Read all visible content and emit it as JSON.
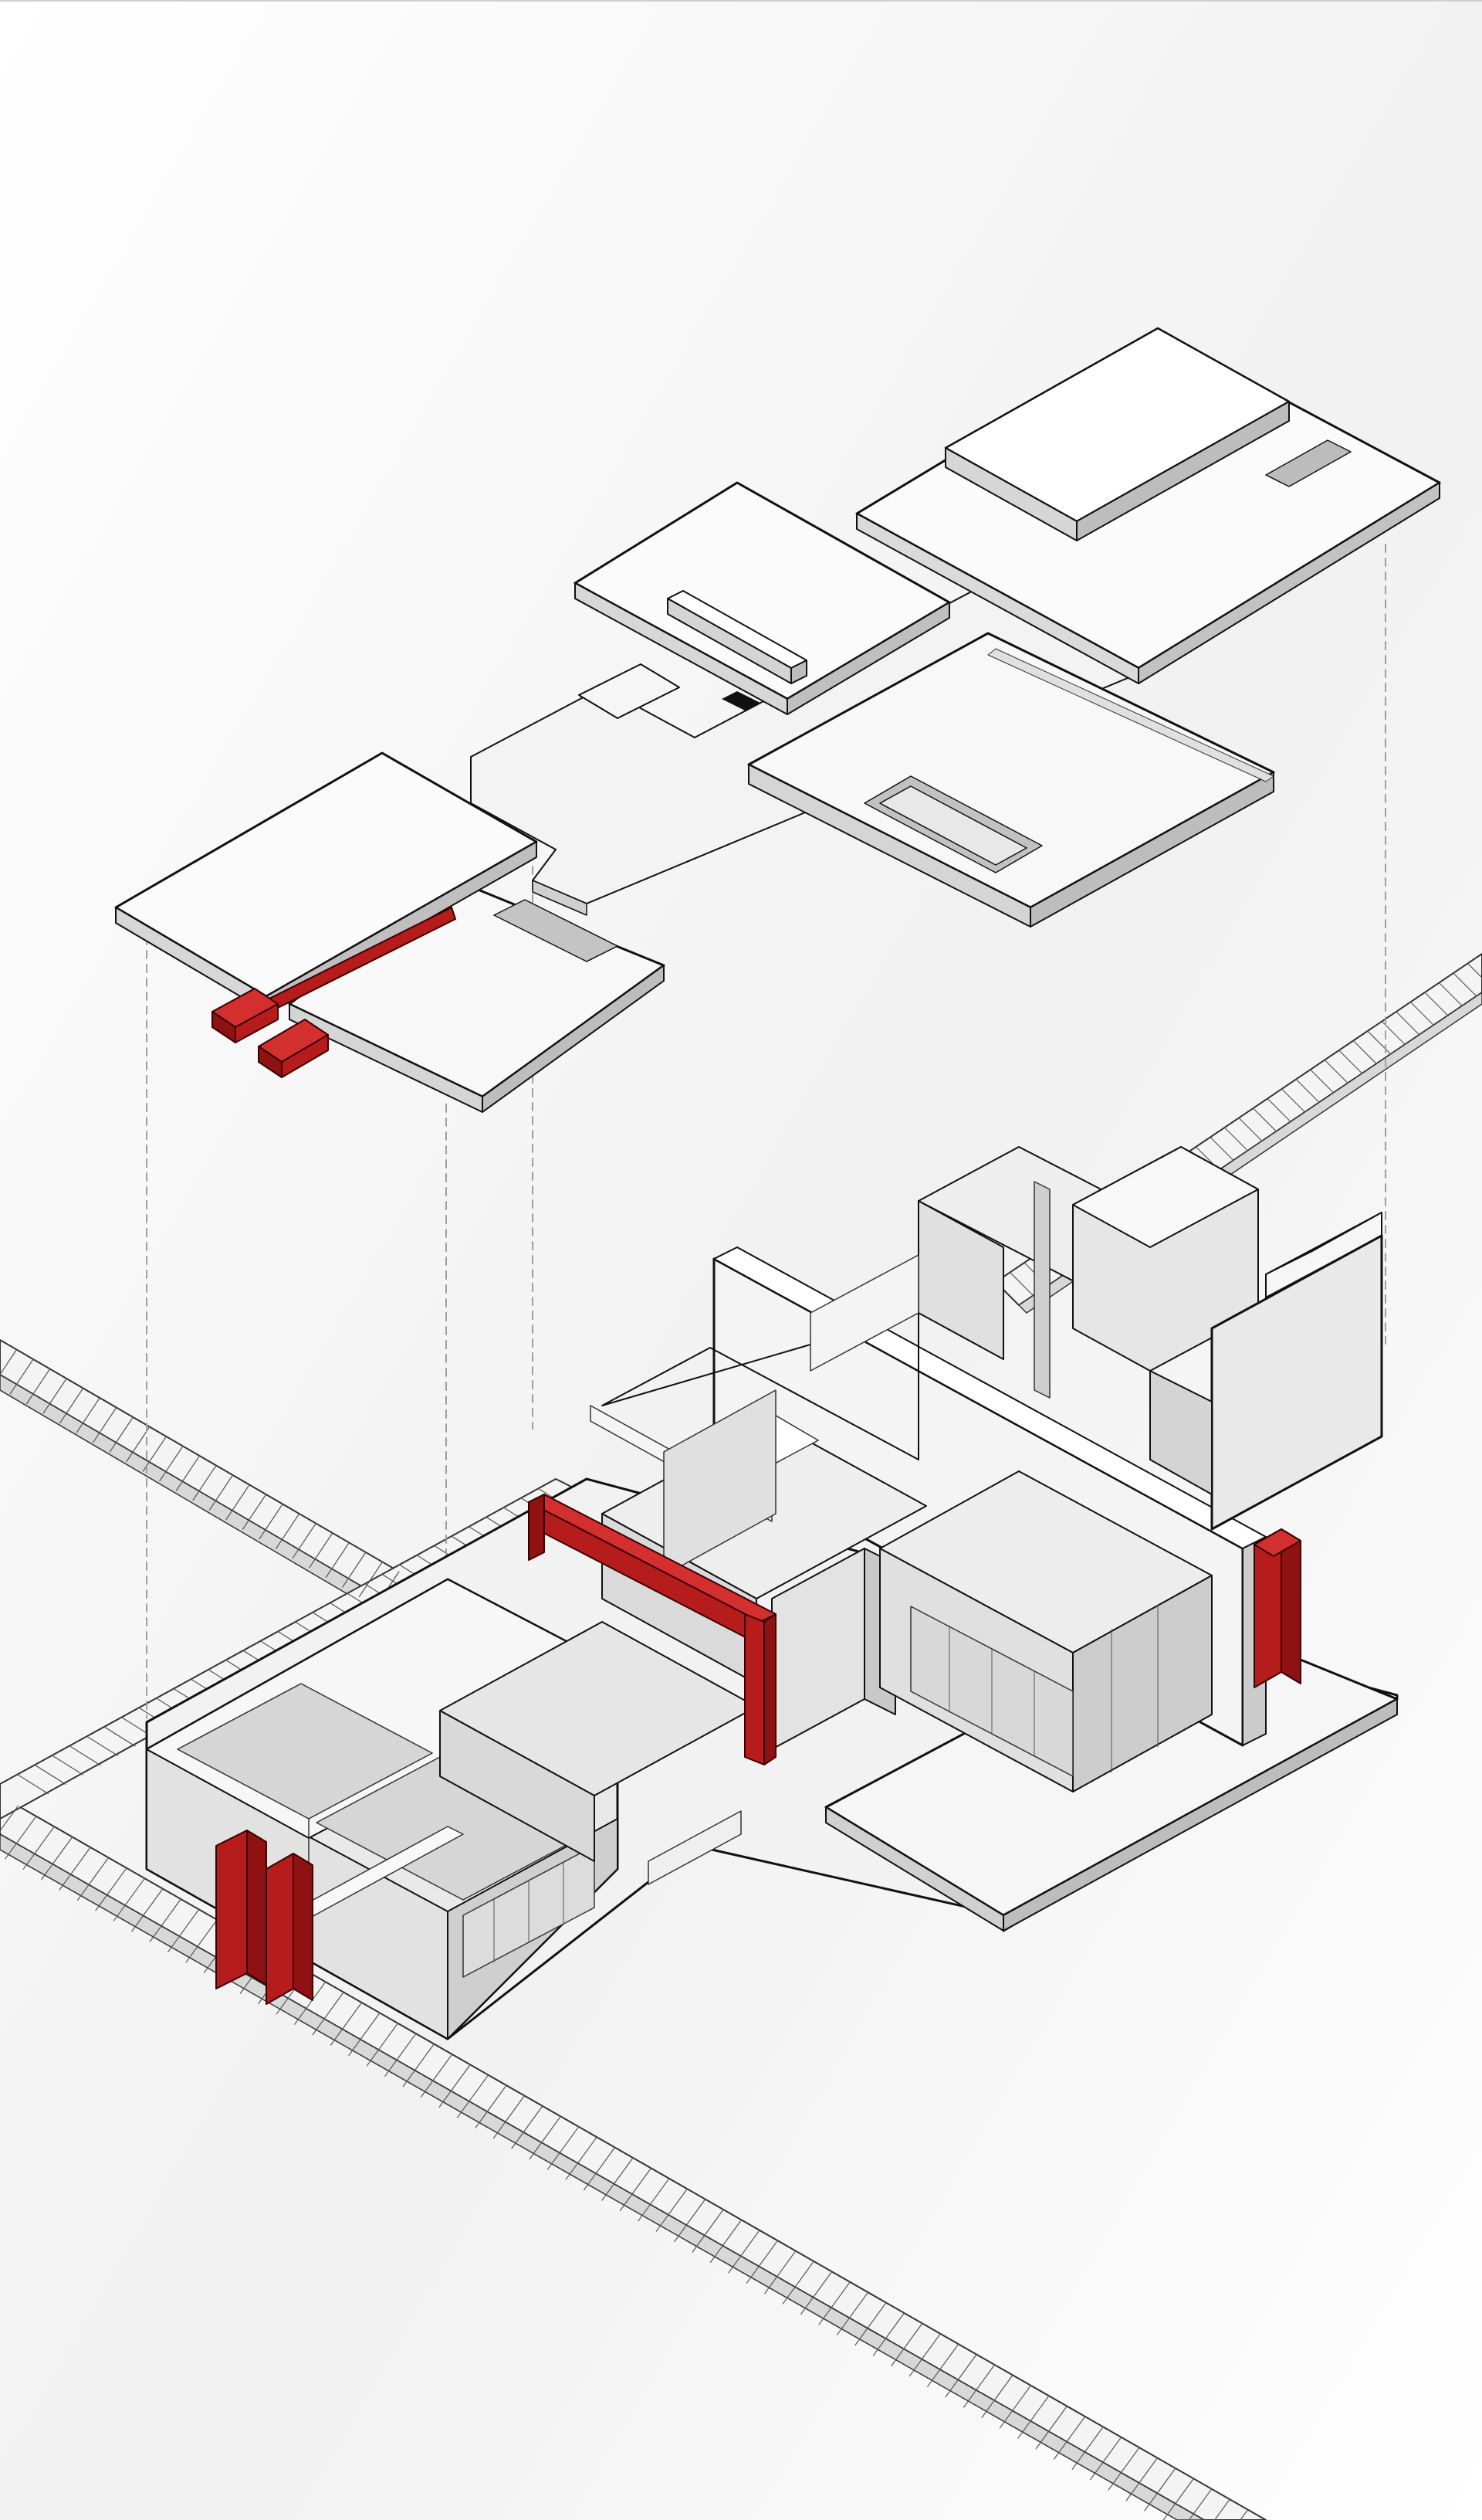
{
  "diagram": {
    "kind": "exploded-axonometric-architecture",
    "labels": [],
    "colors": {
      "background": "#ffffff",
      "paper": "#ececec",
      "line": "#111111",
      "face_light": "#f7f7f7",
      "face_mid": "#dedede",
      "face_dark": "#c4c4c4",
      "accent_structure": "#b71c1c",
      "guide_line": "#9e9e9e"
    },
    "components": [
      "roof-slab-west",
      "roof-slab-west-lower",
      "roof-slab-central",
      "roof-slab-east-upper",
      "roof-slab-east-lower",
      "upper-connector-floor",
      "roof-red-beam",
      "ground-floor-plan",
      "red-column-frame-west",
      "red-portal-frame-central",
      "red-column-east",
      "pedestrian-path-north",
      "pedestrian-path-south",
      "projection-guide-lines"
    ]
  }
}
